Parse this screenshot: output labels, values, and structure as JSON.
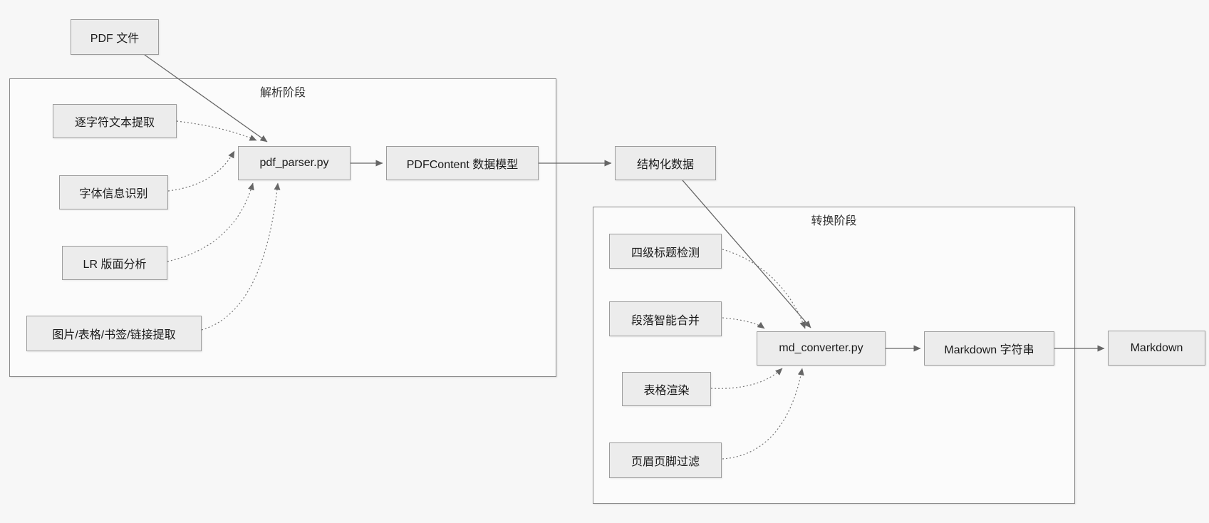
{
  "stages": {
    "parse": {
      "label": "解析阶段"
    },
    "convert": {
      "label": "转换阶段"
    }
  },
  "nodes": {
    "pdf_file": {
      "label": "PDF 文件"
    },
    "char_extract": {
      "label": "逐字符文本提取"
    },
    "font_info": {
      "label": "字体信息识别"
    },
    "lr_layout": {
      "label": "LR 版面分析"
    },
    "img_extract": {
      "label": "图片/表格/书签/链接提取"
    },
    "pdf_parser": {
      "label": "pdf_parser.py"
    },
    "pdf_content": {
      "label": "PDFContent 数据模型"
    },
    "structured": {
      "label": "结构化数据"
    },
    "heading_detect": {
      "label": "四级标题检测"
    },
    "para_merge": {
      "label": "段落智能合并"
    },
    "table_render": {
      "label": "表格渲染"
    },
    "header_footer": {
      "label": "页眉页脚过滤"
    },
    "md_converter": {
      "label": "md_converter.py"
    },
    "md_string": {
      "label": "Markdown 字符串"
    },
    "markdown": {
      "label": "Markdown"
    }
  },
  "edges": [
    {
      "from": "PDF 文件",
      "to": "pdf_parser.py",
      "style": "solid"
    },
    {
      "from": "逐字符文本提取",
      "to": "pdf_parser.py",
      "style": "dotted"
    },
    {
      "from": "字体信息识别",
      "to": "pdf_parser.py",
      "style": "dotted"
    },
    {
      "from": "LR 版面分析",
      "to": "pdf_parser.py",
      "style": "dotted"
    },
    {
      "from": "图片/表格/书签/链接提取",
      "to": "pdf_parser.py",
      "style": "dotted"
    },
    {
      "from": "pdf_parser.py",
      "to": "PDFContent 数据模型",
      "style": "solid"
    },
    {
      "from": "PDFContent 数据模型",
      "to": "结构化数据",
      "style": "solid"
    },
    {
      "from": "结构化数据",
      "to": "md_converter.py",
      "style": "solid"
    },
    {
      "from": "四级标题检测",
      "to": "md_converter.py",
      "style": "dotted"
    },
    {
      "from": "段落智能合并",
      "to": "md_converter.py",
      "style": "dotted"
    },
    {
      "from": "表格渲染",
      "to": "md_converter.py",
      "style": "dotted"
    },
    {
      "from": "页眉页脚过滤",
      "to": "md_converter.py",
      "style": "dotted"
    },
    {
      "from": "md_converter.py",
      "to": "Markdown 字符串",
      "style": "solid"
    },
    {
      "from": "Markdown 字符串",
      "to": "Markdown",
      "style": "solid"
    }
  ],
  "colors": {
    "background": "#f7f7f7",
    "node_fill": "#ececec",
    "node_border": "#9c9c9c",
    "stage_border": "#8a8a8a",
    "arrow": "#666666"
  }
}
